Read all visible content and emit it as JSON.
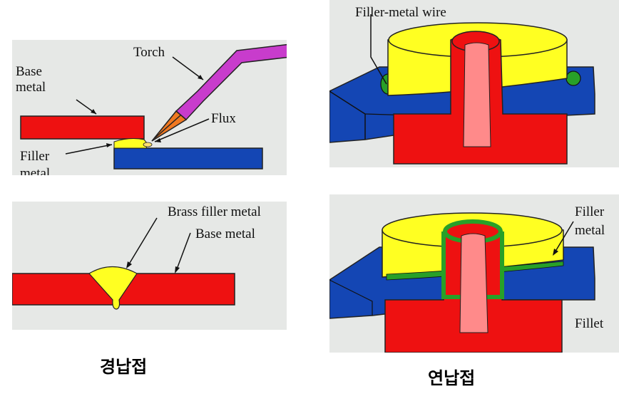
{
  "brazing_torch": {
    "labels": {
      "torch": "Torch",
      "base_metal": "Base\nmetal",
      "flux": "Flux",
      "filler_metal": "Filler\nmetal"
    }
  },
  "brazing_joint": {
    "labels": {
      "brass_filler": "Brass filler metal",
      "base_metal": "Base metal"
    }
  },
  "solder_wire": {
    "labels": {
      "filler_wire": "Filler-metal wire"
    }
  },
  "solder_joint": {
    "labels": {
      "filler_metal": "Filler\nmetal",
      "fillet": "Fillet"
    }
  },
  "captions": {
    "brazing": "경납접",
    "soldering": "연납접"
  },
  "colors": {
    "panel_bg": "#e6e8e6",
    "red": "#ee1111",
    "blue": "#1446b4",
    "yellow": "#ffff22",
    "green": "#28a028",
    "magenta": "#c83ccc",
    "torch_tip": "#f07820"
  }
}
